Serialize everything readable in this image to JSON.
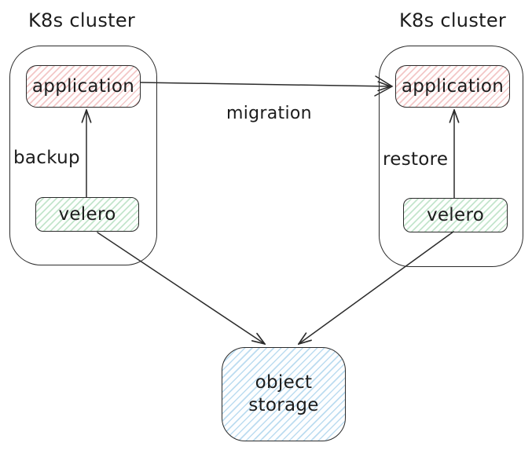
{
  "colors": {
    "stroke": "#2b2b2b",
    "text": "#1c1c1c",
    "app_hatch": "#f3c7c7",
    "velero_hatch": "#c3e5cc",
    "storage_hatch": "#bcdcf0"
  },
  "left_cluster": {
    "title": "K8s cluster",
    "application_label": "application",
    "velero_label": "velero",
    "arrow_label": "backup"
  },
  "right_cluster": {
    "title": "K8s cluster",
    "application_label": "application",
    "velero_label": "velero",
    "arrow_label": "restore"
  },
  "migration_label": "migration",
  "object_storage": {
    "line1": "object",
    "line2": "storage"
  }
}
